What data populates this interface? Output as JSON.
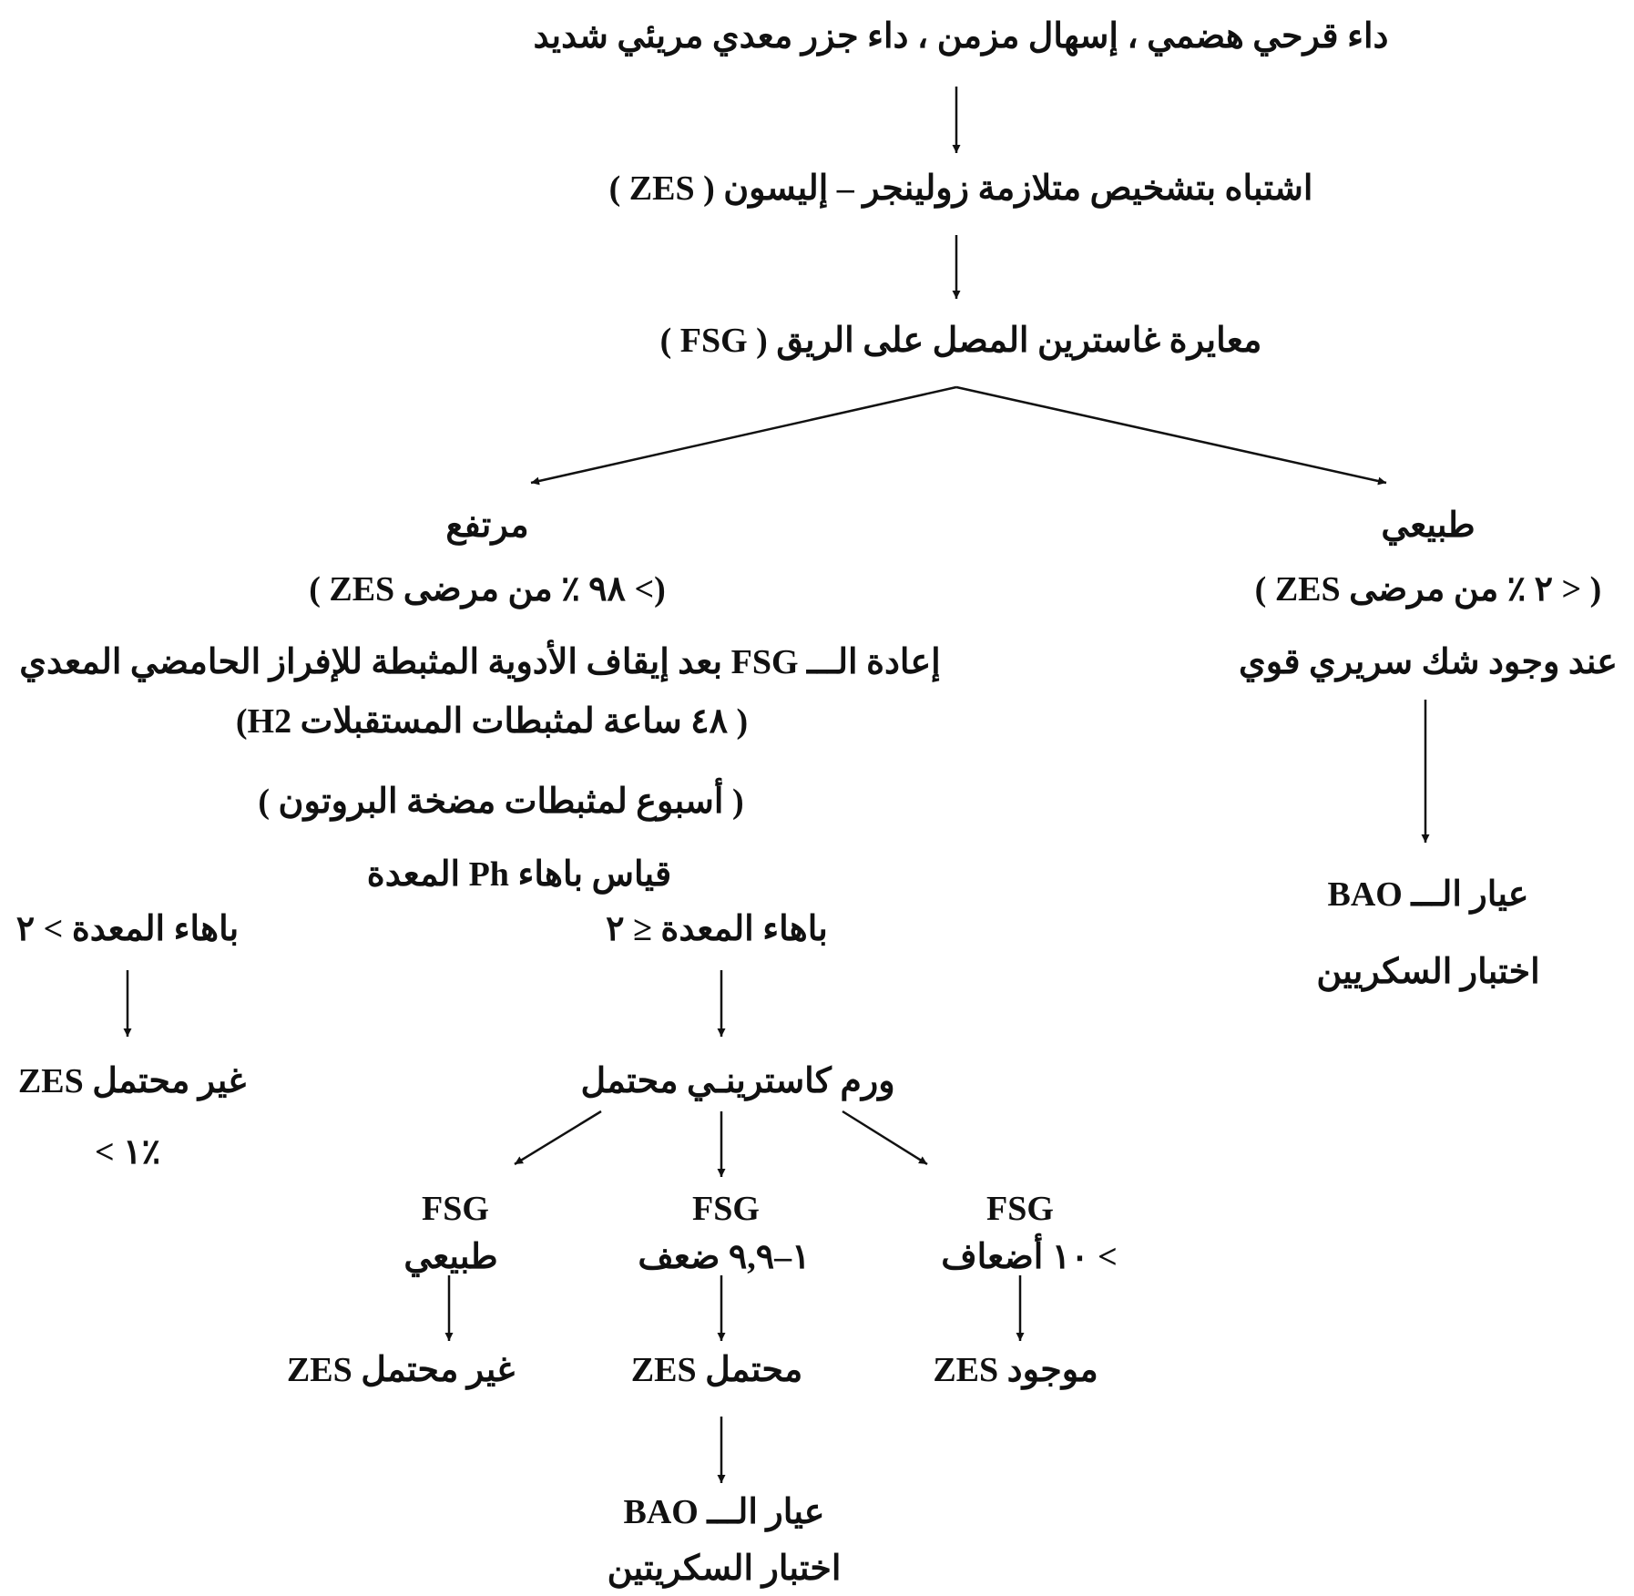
{
  "nodes": {
    "symptoms": "داء قرحي هضمي ، إسهال مزمن ، داء جزر معدي مريئي شديد",
    "suspicion": "اشتباه بتشخيص متلازمة زولينجر – إليسون ( ZES )",
    "fsg_test": "معايرة غاسترين المصل على الريق ( FSG )",
    "normal": {
      "title": "طبيعي",
      "percent": "( < ٢ ٪ من مرضى ZES )",
      "condition": "عند وجود شك سريري قوي",
      "bao": "عيار الـــ BAO",
      "secretin": "اختبار السكريين"
    },
    "elevated": {
      "title": "مرتفع",
      "percent": "(> ٩٨ ٪ من مرضى ZES )",
      "repeat": "إعادة الـــ FSG بعد إيقاف الأدوية المثبطة للإفراز الحامضي المعدي",
      "h2": "( ٤٨ ساعة لمثبطات المستقبلات H2)",
      "ppi": "( أسبوع لمثبطات مضخة البروتون )",
      "ph": "قياس باهاء Ph المعدة",
      "ph_high": "باهاء المعدة > ٢",
      "ph_low": "باهاء المعدة ≤ ٢",
      "zes_unlikely": "ZES غير محتمل",
      "lt1": "< ١٪",
      "gastrinoma": "ورم كاسترينـي محتمل"
    },
    "branches": [
      {
        "fsg": "FSG",
        "level": "طبيعي",
        "result": "ZES غير محتمل"
      },
      {
        "fsg": "FSG",
        "level": "١–٩,٩ ضعف",
        "result": "ZES محتمل"
      },
      {
        "fsg": "FSG",
        "level": "> ١٠ أضعاف",
        "result": "ZES موجود"
      }
    ],
    "final": {
      "bao": "عيار الـــ BAO",
      "secretin": "اختبار السكريتين"
    }
  }
}
